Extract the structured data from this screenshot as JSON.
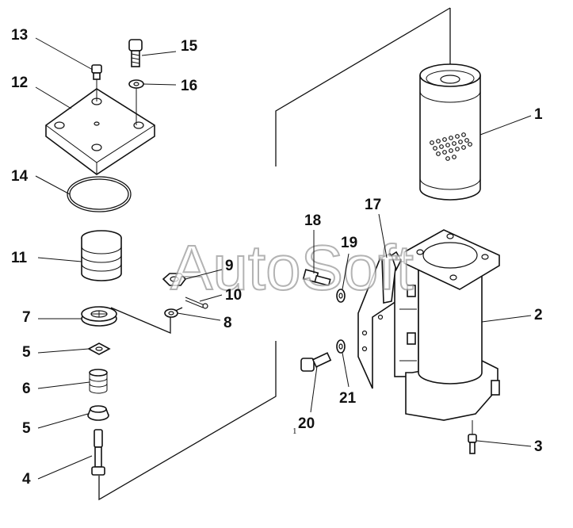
{
  "watermark": "AutoSoft",
  "callouts": {
    "c1": "1",
    "c2": "2",
    "c3": "3",
    "c4": "4",
    "c5a": "5",
    "c5b": "5",
    "c6": "6",
    "c7": "7",
    "c8": "8",
    "c9": "9",
    "c10": "10",
    "c11": "11",
    "c12": "12",
    "c13": "13",
    "c14": "14",
    "c15": "15",
    "c16": "16",
    "c17": "17",
    "c18": "18",
    "c19": "19",
    "c20": "20",
    "c20_mark": "1",
    "c21": "21"
  }
}
